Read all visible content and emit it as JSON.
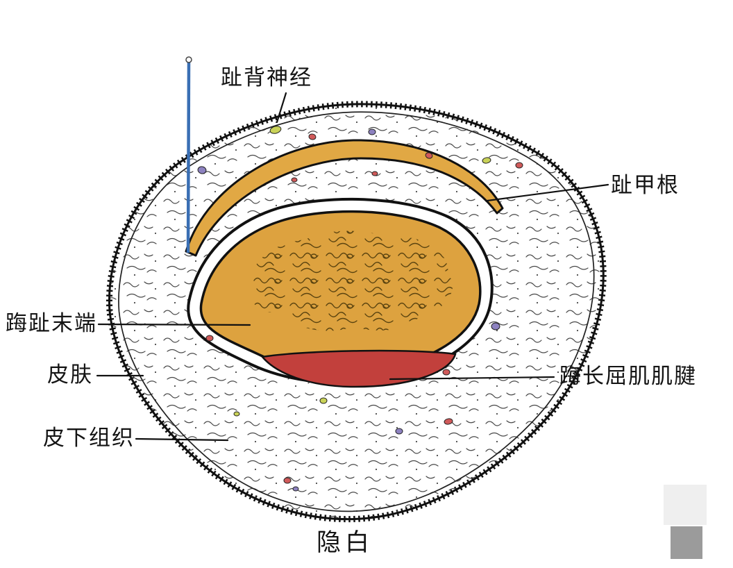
{
  "figure": {
    "caption": "隐白"
  },
  "labels": {
    "dorsal_nerve": "趾背神经",
    "nail_root": "趾甲根",
    "toe_tip": "踇趾末端",
    "skin": "皮肤",
    "subcutaneous": "皮下组织",
    "flexor_tendon": "踇长屈肌肌腱"
  },
  "palette": {
    "bone": "#dda23f",
    "nail_root": "#e1a844",
    "tendon": "#c2403c",
    "needle": "#3a6fb4",
    "vessel_red": "#d05a5a",
    "vessel_purple": "#8d82c0",
    "vessel_yellow": "#c9d258",
    "outline": "#1b1b1b",
    "scan_gray": "#9b9b9b",
    "scan_light": "#efefef"
  }
}
